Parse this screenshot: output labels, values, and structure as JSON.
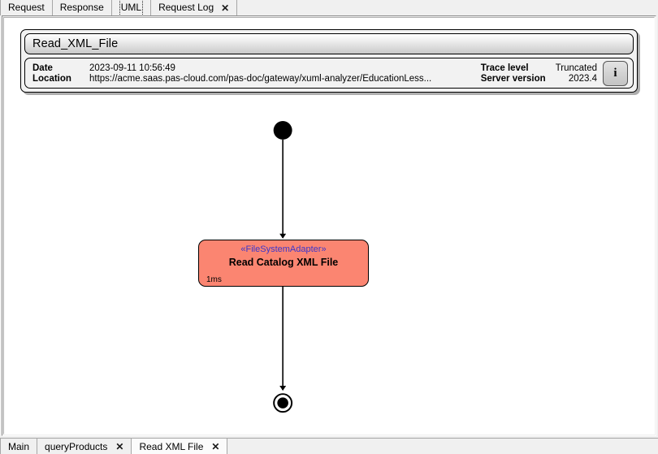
{
  "top_tabs": [
    {
      "label": "Request",
      "selected": false,
      "closable": false
    },
    {
      "label": "Response",
      "selected": false,
      "closable": false
    },
    {
      "label": "UML",
      "selected": true,
      "closable": false
    },
    {
      "label": "Request Log",
      "selected": false,
      "closable": true,
      "close_glyph": "✕"
    }
  ],
  "header": {
    "title": "Read_XML_File",
    "fields": [
      {
        "label": "Date",
        "value": "2023-09-11 10:56:49"
      },
      {
        "label": "Location",
        "value": "https://acme.saas.pas-cloud.com/pas-doc/gateway/xuml-analyzer/EducationLess..."
      }
    ],
    "right_fields": [
      {
        "label": "Trace level",
        "value": "Truncated"
      },
      {
        "label": "Server version",
        "value": "2023.4"
      }
    ],
    "info_button_glyph": "i"
  },
  "diagram": {
    "type": "uml-activity",
    "nodes": [
      {
        "kind": "initial-node",
        "label": ""
      },
      {
        "kind": "action-node",
        "stereotype": "«FileSystemAdapter»",
        "title": "Read Catalog XML File",
        "duration": "1ms",
        "fill": "#fb8571",
        "stereotype_color": "#3b36cc"
      },
      {
        "kind": "final-node",
        "label": ""
      }
    ]
  },
  "bottom_tabs": [
    {
      "label": "Main",
      "selected": false,
      "closable": false
    },
    {
      "label": "queryProducts",
      "selected": false,
      "closable": true,
      "close_glyph": "✕"
    },
    {
      "label": "Read XML File",
      "selected": true,
      "closable": true,
      "close_glyph": "✕"
    }
  ]
}
